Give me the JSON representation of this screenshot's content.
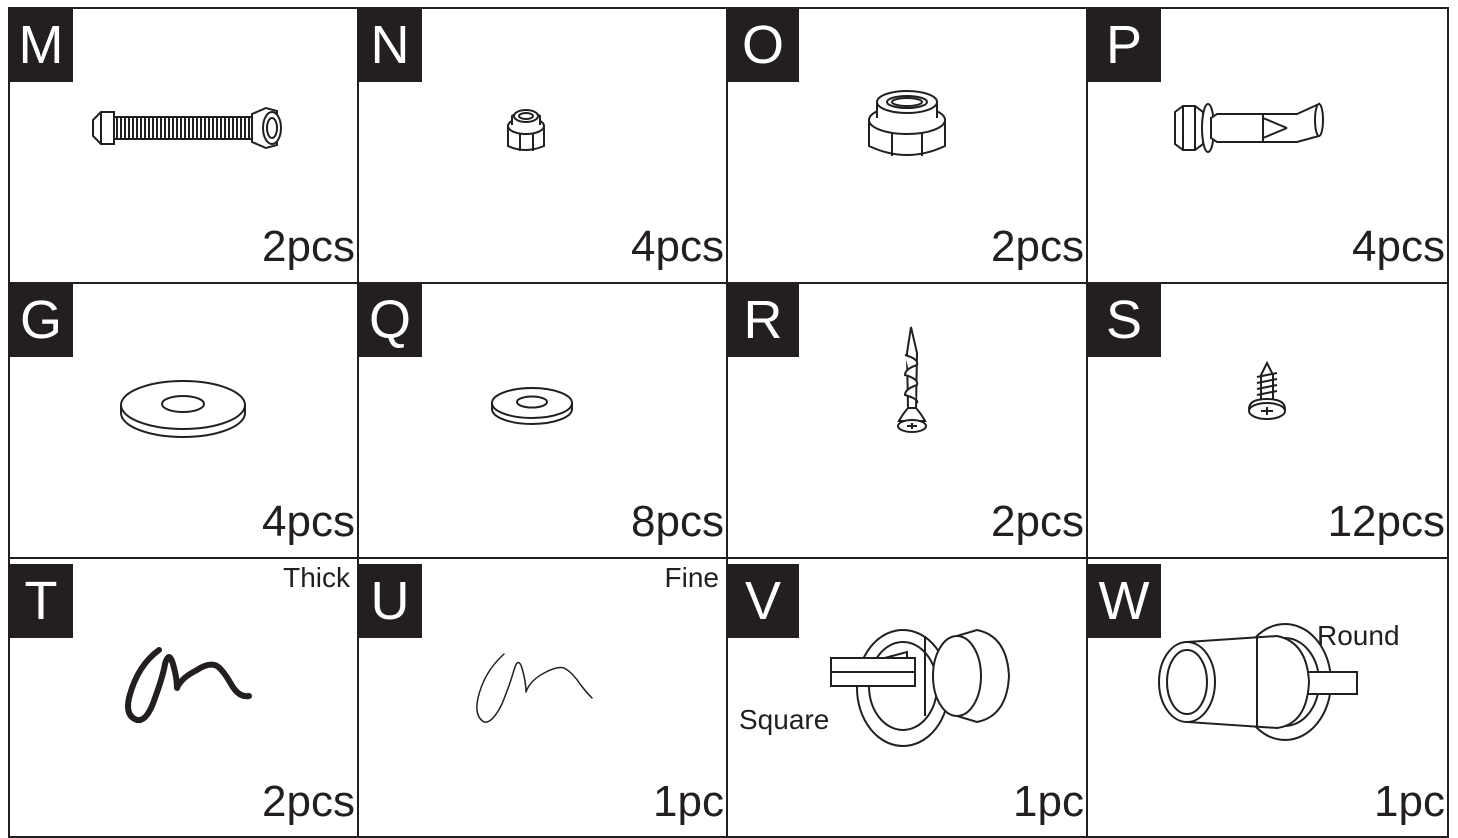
{
  "parts": [
    {
      "letter": "M",
      "qty": "2pcs",
      "icon": "bolt-with-nut-icon"
    },
    {
      "letter": "N",
      "qty": "4pcs",
      "icon": "small-lock-nut-icon"
    },
    {
      "letter": "O",
      "qty": "2pcs",
      "icon": "large-lock-nut-icon"
    },
    {
      "letter": "P",
      "qty": "4pcs",
      "icon": "expansion-anchor-bolt-icon"
    },
    {
      "letter": "G",
      "qty": "4pcs",
      "icon": "large-washer-icon"
    },
    {
      "letter": "Q",
      "qty": "8pcs",
      "icon": "small-washer-icon"
    },
    {
      "letter": "R",
      "qty": "2pcs",
      "icon": "long-screw-icon"
    },
    {
      "letter": "S",
      "qty": "12pcs",
      "icon": "short-screw-icon"
    },
    {
      "letter": "T",
      "qty": "2pcs",
      "note": "Thick",
      "icon": "thick-spring-clip-icon"
    },
    {
      "letter": "U",
      "qty": "1pc",
      "note": "Fine",
      "icon": "fine-spring-clip-icon"
    },
    {
      "letter": "V",
      "qty": "1pc",
      "note": "Square",
      "icon": "square-adapter-icon"
    },
    {
      "letter": "W",
      "qty": "1pc",
      "note": "Round",
      "icon": "round-adapter-icon"
    }
  ],
  "colors": {
    "ink": "#231f20",
    "background": "#ffffff"
  }
}
